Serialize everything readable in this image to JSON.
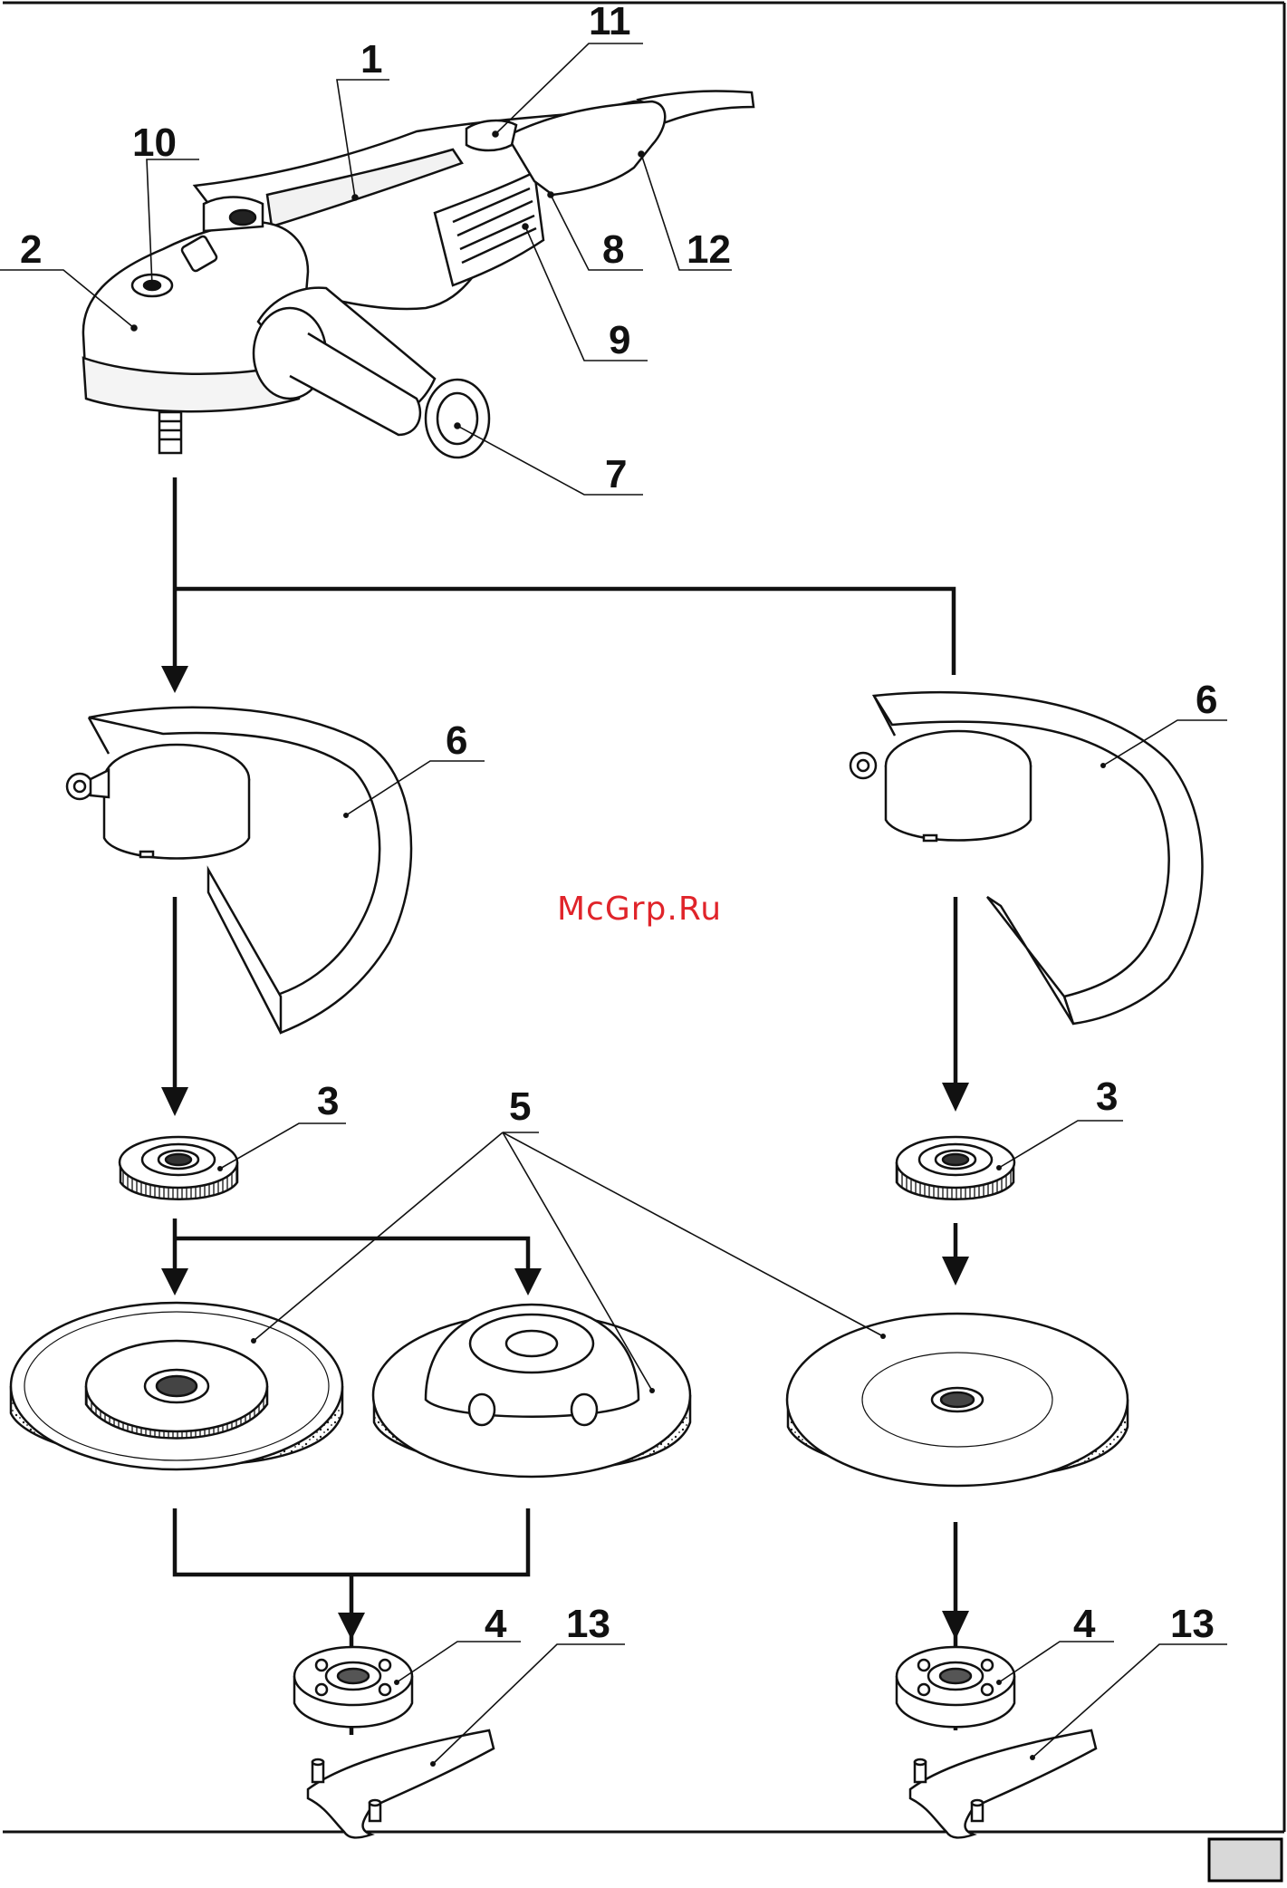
{
  "watermark": "McGrp.Ru",
  "page_number": "",
  "labels": {
    "body": "1",
    "gear_head": "2",
    "flange_nut_left": "3",
    "flange_nut_right": "3",
    "inner_flange_left": "4",
    "inner_flange_right": "4",
    "discs": "5",
    "guard_left": "6",
    "guard_right": "6",
    "side_handle": "7",
    "vent": "8",
    "vent_lower": "9",
    "spindle_lock": "10",
    "switch": "11",
    "rear_handle": "12",
    "wrench_left": "13",
    "wrench_right": "13"
  }
}
